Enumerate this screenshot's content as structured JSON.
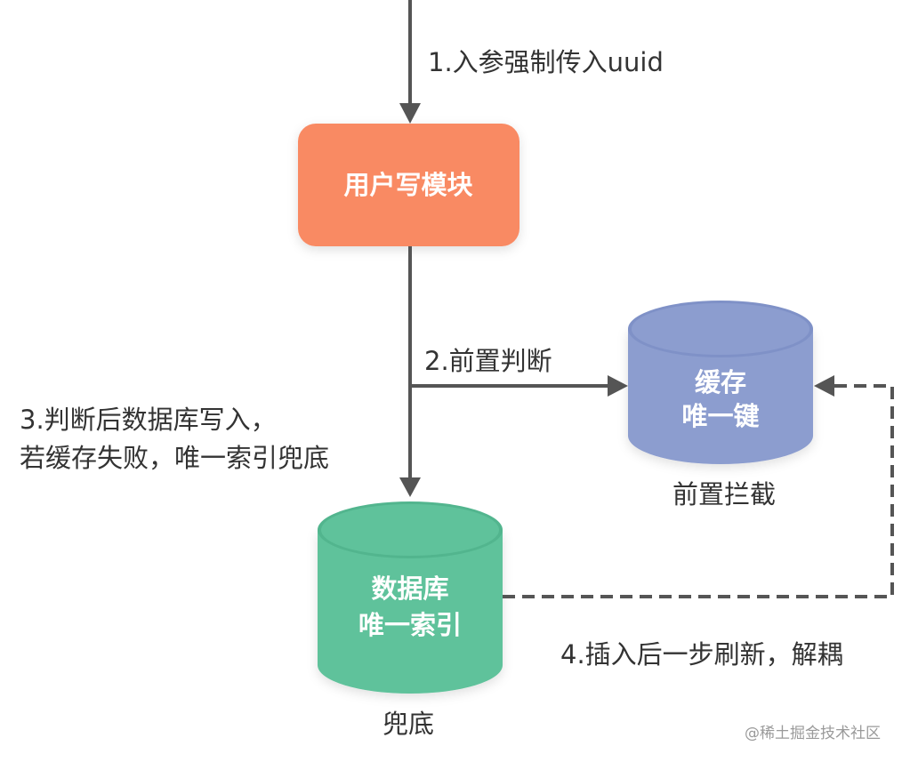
{
  "nodes": {
    "write_module": {
      "label": "用户写模块",
      "color": "#F98A63"
    },
    "cache": {
      "lines": [
        "缓存",
        "唯一键"
      ],
      "caption": "前置拦截",
      "color": "#8C9DCF"
    },
    "database": {
      "lines": [
        "数据库",
        "唯一索引"
      ],
      "caption": "兜底",
      "color": "#5FC29B"
    }
  },
  "edges": {
    "step1": "1.入参强制传入uuid",
    "step2": "2.前置判断",
    "step3": [
      "3.判断后数据库写入，",
      "若缓存失败，唯一索引兜底"
    ],
    "step4": "4.插入后一步刷新，解耦"
  },
  "watermark": "@稀土掘金技术社区",
  "colors": {
    "arrow": "#555555",
    "text": "#333333"
  }
}
